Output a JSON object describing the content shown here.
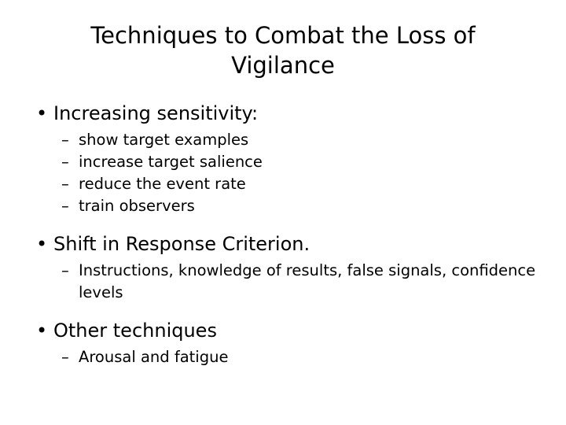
{
  "slide": {
    "title": "Techniques to Combat the Loss of Vigilance",
    "title_line_1": "Techniques to Combat the Loss of",
    "title_line_2": "Vigilance",
    "background_color": "#ffffff",
    "text_color": "#000000",
    "markers": {
      "level1": "•",
      "level2": "–"
    },
    "groups": [
      {
        "heading": "Increasing sensitivity:",
        "items": [
          "show target examples",
          "increase target salience",
          "reduce the event rate",
          "train observers"
        ]
      },
      {
        "heading": "Shift in Response Criterion.",
        "items": [
          "Instructions, knowledge of results, false signals, confidence levels"
        ]
      },
      {
        "heading": "Other techniques",
        "items": [
          "Arousal and fatigue"
        ]
      }
    ]
  }
}
